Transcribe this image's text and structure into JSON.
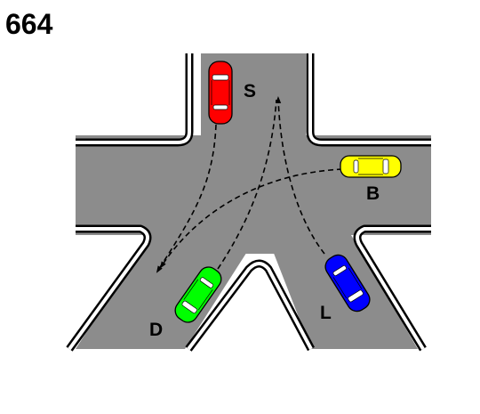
{
  "puzzle_number": "664",
  "colors": {
    "road": "#8c8c8c",
    "curb": "#000000",
    "curb_inner": "#ffffff",
    "background": "#ffffff"
  },
  "cars": [
    {
      "id": "S",
      "label": "S",
      "color": "#ff0000",
      "name": "car-s"
    },
    {
      "id": "B",
      "label": "B",
      "color": "#ffff00",
      "name": "car-b"
    },
    {
      "id": "L",
      "label": "L",
      "color": "#0000ff",
      "name": "car-l"
    },
    {
      "id": "D",
      "label": "D",
      "color": "#00ff00",
      "name": "car-d"
    }
  ]
}
